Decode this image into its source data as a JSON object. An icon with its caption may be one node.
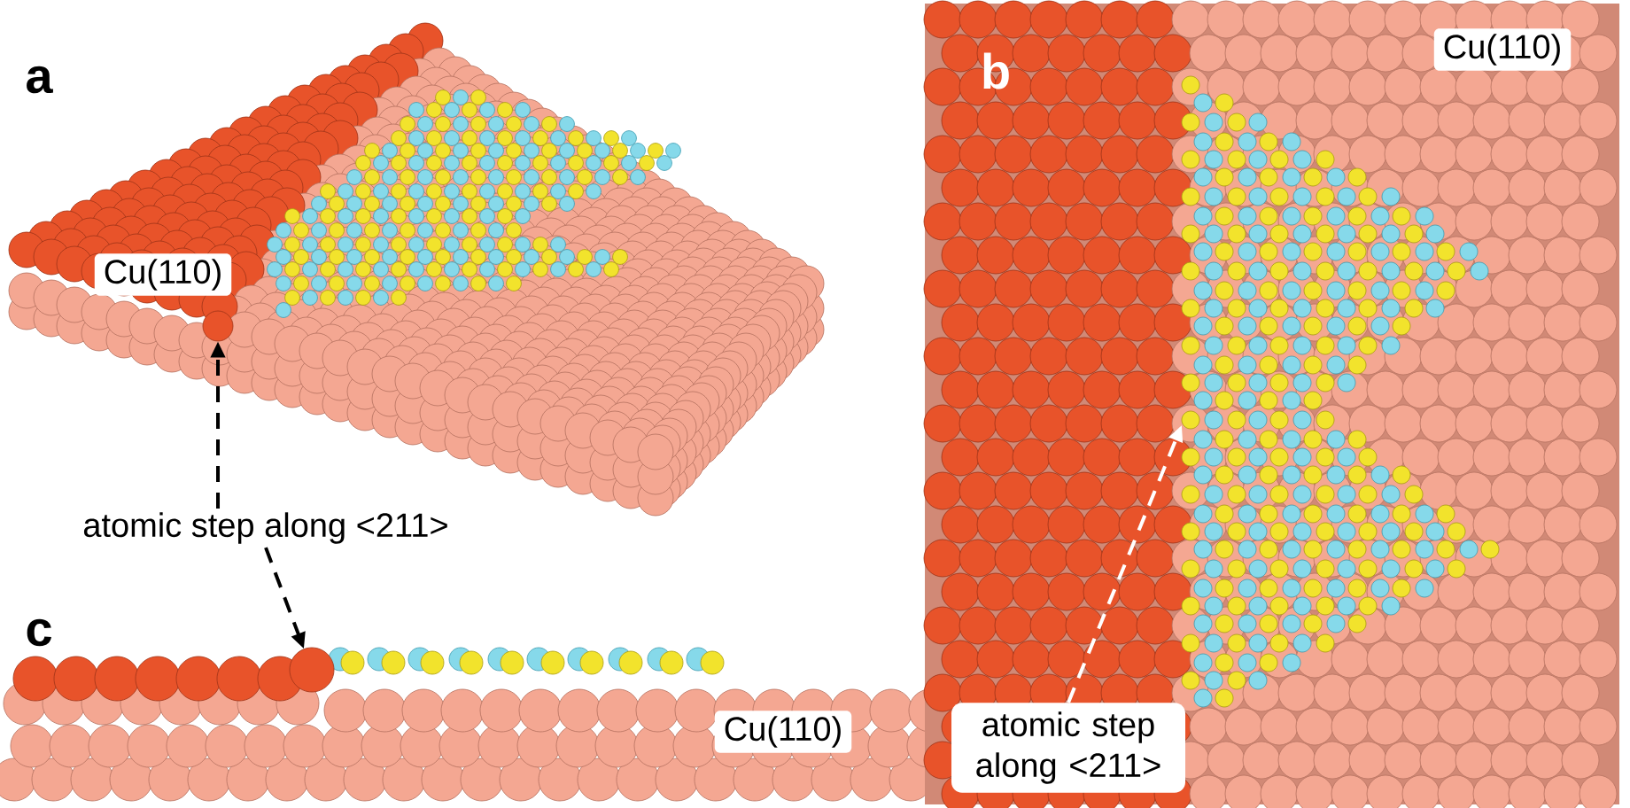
{
  "diagram": {
    "nodes": [
      {
        "text": [
          "atomic step along <211>"
        ]
      },
      {
        "text": [],
        "shape": "circle"
      },
      {
        "text": [],
        "shape": "circle"
      },
      {
        "text": [
          "atomic step along <211>"
        ]
      }
    ],
    "edges": [
      {
        "from": 0,
        "to": 1,
        "arrow": "to",
        "style": "dashed"
      },
      {
        "from": 0,
        "to": 2,
        "arrow": "to",
        "style": "dashed"
      },
      {
        "from": 3,
        "to": null,
        "arrow": "to",
        "style": "dashed",
        "color": "#ffffff"
      }
    ],
    "labels": [
      "a",
      "Cu(110)",
      "b",
      "Cu(110)",
      "c",
      "Cu(110)"
    ]
  }
}
